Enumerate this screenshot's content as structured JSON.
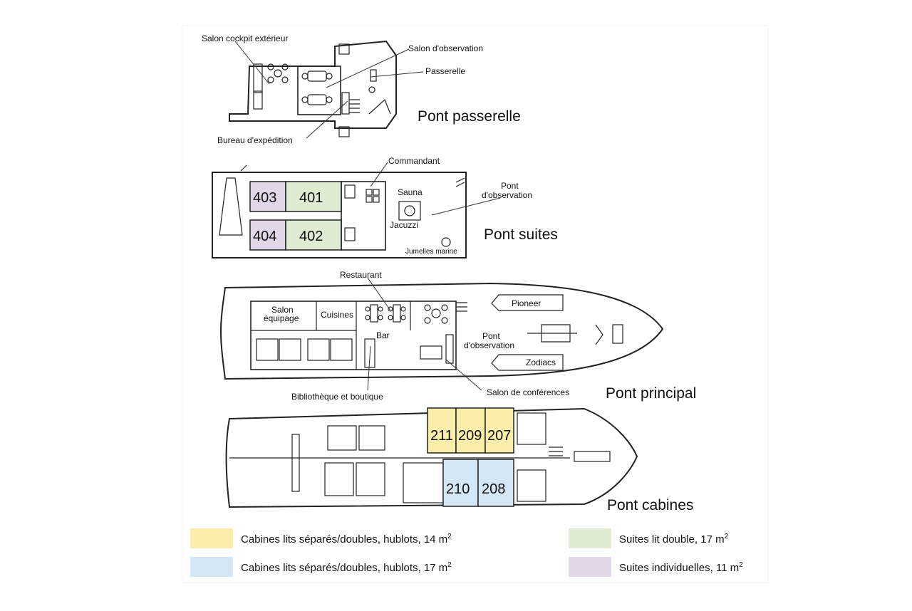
{
  "colors": {
    "yellow": "#fbeeaa",
    "blue": "#d3e7f7",
    "green": "#dfecd3",
    "purple": "#e2d6e9",
    "line": "#222222"
  },
  "decks": {
    "passerelle": {
      "name": "Pont passerelle",
      "labels": {
        "cockpit": "Salon cockpit extérieur",
        "observation": "Salon d'observation",
        "bridge": "Passerelle",
        "expedition": "Bureau d'expédition"
      }
    },
    "suites": {
      "name": "Pont suites",
      "cabins": {
        "c403": "403",
        "c401": "401",
        "c404": "404",
        "c402": "402"
      },
      "labels": {
        "commandant": "Commandant",
        "sauna": "Sauna",
        "obs1": "Pont",
        "obs2": "d'observation",
        "jacuzzi": "Jacuzzi",
        "jumelles": "Jumelles marine"
      }
    },
    "principal": {
      "name": "Pont principal",
      "labels": {
        "restaurant": "Restaurant",
        "salon1": "Salon",
        "salon2": "équipage",
        "cuisines": "Cuisines",
        "bar": "Bar",
        "obs1": "Pont",
        "obs2": "d'observation",
        "pioneer": "Pioneer",
        "zodiacs": "Zodiacs",
        "bibliotheque": "Bibliothèque et boutique",
        "conferences": "Salon de conférences"
      }
    },
    "cabines": {
      "name": "Pont cabines",
      "cabins": {
        "c211": "211",
        "c209": "209",
        "c207": "207",
        "c210": "210",
        "c208": "208"
      }
    }
  },
  "legend": [
    {
      "label": "Cabines lits séparés/doubles, hublots, 14 m",
      "sup": "2"
    },
    {
      "label": "Cabines lits séparés/doubles, hublots, 17 m",
      "sup": "2"
    },
    {
      "label": "Suites lit double, 17 m",
      "sup": "2"
    },
    {
      "label": "Suites individuelles, 11 m",
      "sup": "2"
    }
  ]
}
